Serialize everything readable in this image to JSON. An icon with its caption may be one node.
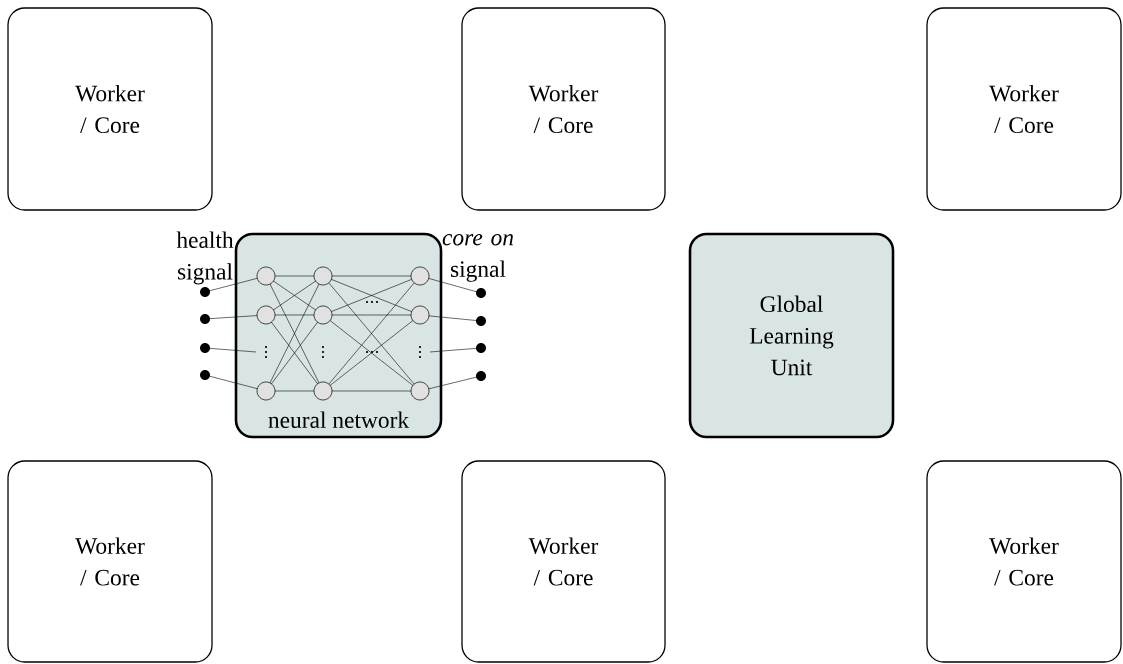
{
  "diagram": {
    "nodes": [
      {
        "text": [
          "Worker / Core"
        ]
      },
      {
        "text": [
          "Worker / Core"
        ]
      },
      {
        "text": [
          "Worker / Core"
        ]
      },
      {
        "text": [
          "neural network"
        ],
        "beside": [
          "health signal",
          "*core on* signal"
        ]
      },
      {
        "text": [
          "Global Learning Unit"
        ]
      },
      {
        "text": [
          "Worker / Core"
        ]
      },
      {
        "text": [
          "Worker / Core"
        ]
      },
      {
        "text": [
          "Worker / Core"
        ]
      }
    ]
  }
}
